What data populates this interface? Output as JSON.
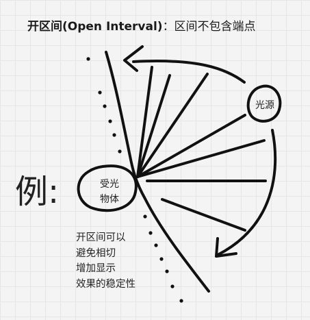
{
  "title": {
    "bold": "开区间(Open Interval)",
    "rest": "：区间不包含端点"
  },
  "light_source_label": "光源",
  "receiver_label": [
    "受光",
    "物体"
  ],
  "example_label": "例:",
  "note_lines": [
    "开区间可以",
    "避免相切",
    "增加显示",
    "效果的稳定性"
  ],
  "colors": {
    "ink": "#111111",
    "background": "#f4f4f4",
    "grid": "#e6e6e6"
  }
}
